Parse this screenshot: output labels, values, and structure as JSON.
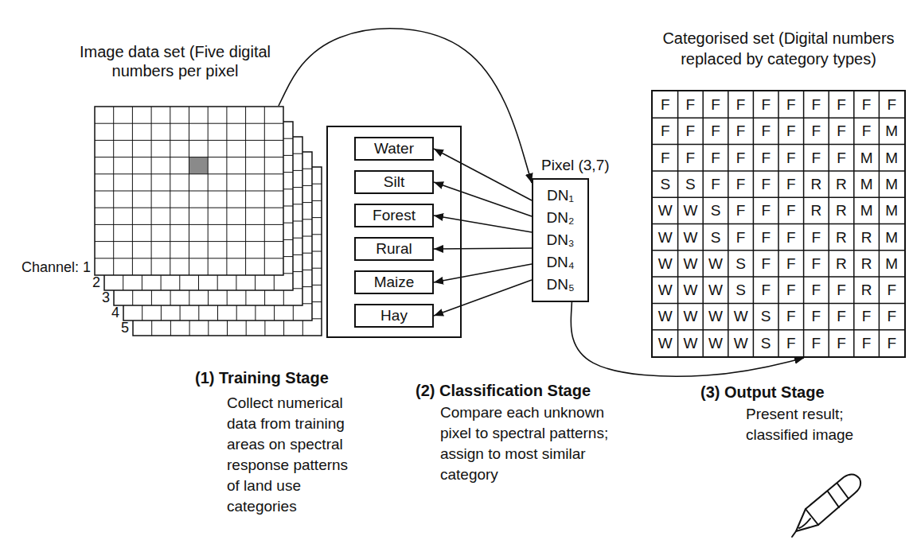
{
  "diagram": {
    "nodes": [
      {
        "text": [
          "Image data set (Five digital numbers per pixel",
          "Channel: 1",
          "2",
          "3",
          "4",
          "5"
        ]
      },
      {
        "text": [
          "(1) Training Stage",
          "Collect numerical data from training areas on spectral response patterns of land use categories"
        ]
      },
      {
        "text": [
          "Water"
        ],
        "in": 1
      },
      {
        "text": [
          "Silt"
        ],
        "in": 1
      },
      {
        "text": [
          "Forest"
        ],
        "in": 1
      },
      {
        "text": [
          "Rural"
        ],
        "in": 1
      },
      {
        "text": [
          "Maize"
        ],
        "in": 1
      },
      {
        "text": [
          "Hay"
        ],
        "in": 1
      },
      {
        "text": [
          "Pixel (3,7)",
          "DN₁",
          "DN₂",
          "DN₃",
          "DN₄",
          "DN₅"
        ]
      },
      {
        "text": [
          "Categorised set (Digital numbers replaced by category types)",
          "F",
          "F",
          "F",
          "F",
          "F",
          "F",
          "F",
          "F",
          "F",
          "F",
          "F",
          "F",
          "F",
          "F",
          "F",
          "F",
          "F",
          "F",
          "F",
          "M",
          "F",
          "F",
          "F",
          "F",
          "F",
          "F",
          "F",
          "F",
          "M",
          "M",
          "S",
          "S",
          "F",
          "F",
          "F",
          "F",
          "R",
          "R",
          "M",
          "M",
          "W",
          "W",
          "S",
          "F",
          "F",
          "F",
          "R",
          "R",
          "M",
          "M",
          "W",
          "W",
          "S",
          "F",
          "F",
          "F",
          "F",
          "R",
          "R",
          "M",
          "W",
          "W",
          "W",
          "S",
          "F",
          "F",
          "F",
          "R",
          "R",
          "M",
          "W",
          "W",
          "W",
          "S",
          "F",
          "F",
          "F",
          "F",
          "R",
          "F",
          "W",
          "W",
          "W",
          "W",
          "S",
          "F",
          "F",
          "F",
          "F",
          "F",
          "W",
          "W",
          "W",
          "W",
          "S",
          "F",
          "F",
          "F",
          "F",
          "F"
        ]
      }
    ],
    "edges": [
      {
        "from": 0,
        "to": 8,
        "arrow": "to"
      },
      {
        "from": 8,
        "to": 2,
        "arrow": "to"
      },
      {
        "from": 8,
        "to": 3,
        "arrow": "to"
      },
      {
        "from": 8,
        "to": 4,
        "arrow": "to"
      },
      {
        "from": 8,
        "to": 5,
        "arrow": "to"
      },
      {
        "from": 8,
        "to": 6,
        "arrow": "to"
      },
      {
        "from": 8,
        "to": 7,
        "arrow": "to"
      },
      {
        "from": 8,
        "to": 9,
        "arrow": "to"
      }
    ],
    "labels": [
      "(2) Classification Stage",
      "Compare each unknown pixel to spectral patterns; assign to most similar category",
      "(3) Output Stage",
      "Present result; classified image"
    ]
  }
}
